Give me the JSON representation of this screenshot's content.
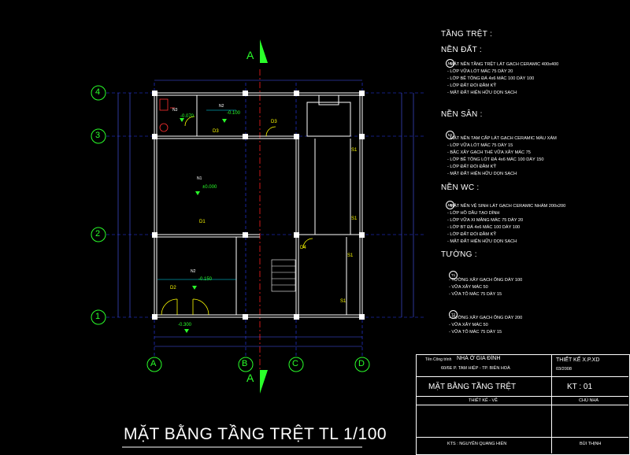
{
  "drawing": {
    "title": "MẶT BẰNG TẦNG TRỆT TL 1/100",
    "section_marker": "A",
    "grid_rows": [
      "4",
      "3",
      "2",
      "1"
    ],
    "grid_cols": [
      "A",
      "B",
      "C",
      "D"
    ],
    "room_tags": [
      "D1",
      "D2",
      "D3",
      "D3",
      "D4",
      "S1",
      "S1",
      "S1",
      "S1"
    ],
    "levels": [
      {
        "tag": "N1",
        "value": "±0.000"
      },
      {
        "tag": "N2",
        "value": "-0.150"
      },
      {
        "tag": "N2",
        "value": "-0.100"
      },
      {
        "tag": "N3",
        "value": "-0.070"
      },
      {
        "tag": "",
        "value": "-0.300"
      }
    ]
  },
  "notes": {
    "heading": "TẦNG TRỆT :",
    "sections": [
      {
        "title": "NỀN ĐẤT :",
        "tag": "N1",
        "lines": [
          "- MẶT NỀN TẦNG TRỆT LÁT GẠCH CERAMIC 400x400",
          "- LỚP VỮA LÓT MÁC 75 DÀY 20",
          "- LỚP BÊ TÔNG ĐÁ 4x6 MÁC 100 DÀY 100",
          "- LỚP ĐẤT ĐỔI ĐẦM KỸ",
          "- MẶT ĐẤT HIỆN HỮU DỌN SẠCH"
        ]
      },
      {
        "title": "NỀN SÂN :",
        "tag": "N2",
        "lines": [
          "- MẶT NỀN TAM CẤP LÁT GẠCH CERAMIC MÀU XÁM",
          "- LỚP VỮA LÓT MÁC 75 DÀY 15",
          "- BẬC XÂY GẠCH THẺ VỮA XÂY MÁC 75",
          "- LỚP BÊ TÔNG LÓT ĐÁ 4x6 MÁC 100 DÀY 150",
          "- LỚP ĐẤT ĐỔI ĐẦM KỸ",
          "- MẶT ĐẤT HIỆN HỮU DỌN SẠCH"
        ]
      },
      {
        "title": "NỀN WC :",
        "tag": "N3",
        "lines": [
          "- MẶT NỀN VỆ SINH LÁT GẠCH CERAMIC NHÁM 200x200",
          "- LỚP HỒ DẦU TẠO DÍNH",
          "- LỚP VỮA XI MĂNG MÁC 75 DÀY 20",
          "- LỚP BT ĐÁ 4x6 MÁC 100 DÀY 100",
          "- LỚP ĐẤT ĐỔI ĐẦM KỸ",
          "- MẶT ĐẤT HIỆN HỮU DỌN SẠCH"
        ]
      }
    ],
    "walls_title": "TƯỜNG :",
    "walls": [
      {
        "tag": "T1",
        "lines": [
          "- TƯỜNG XÂY GẠCH ỐNG DÀY 100",
          "- VỮA XÂY MÁC 50",
          "- VỮA TÔ MÁC 75 DÀY 15"
        ]
      },
      {
        "tag": "T2",
        "lines": [
          "- TƯỜNG XÂY GẠCH ỐNG DÀY 200",
          "- VỮA XÂY MÁC 50",
          "- VỮA TÔ MÁC 75 DÀY 15"
        ]
      }
    ]
  },
  "title_block": {
    "project_label": "Tên Công trình",
    "project_name": "NHÀ Ở GIA ĐÌNH",
    "address": "60/6E P. TAM HIỆP - TP. BIÊN HOÀ",
    "design_label": "THIẾT KẾ X.P.XD",
    "date": "03/2008",
    "sheet_title": "MẶT BẰNG TẦNG TRỆT",
    "sheet_no": "KT : 01",
    "designer_label": "THIẾT KẾ - VẼ",
    "owner_label": "CHỦ NHÀ",
    "architect": "KTS : NGUYỄN QUANG HIỂN",
    "owner_name": "BÙI THỊNH"
  }
}
